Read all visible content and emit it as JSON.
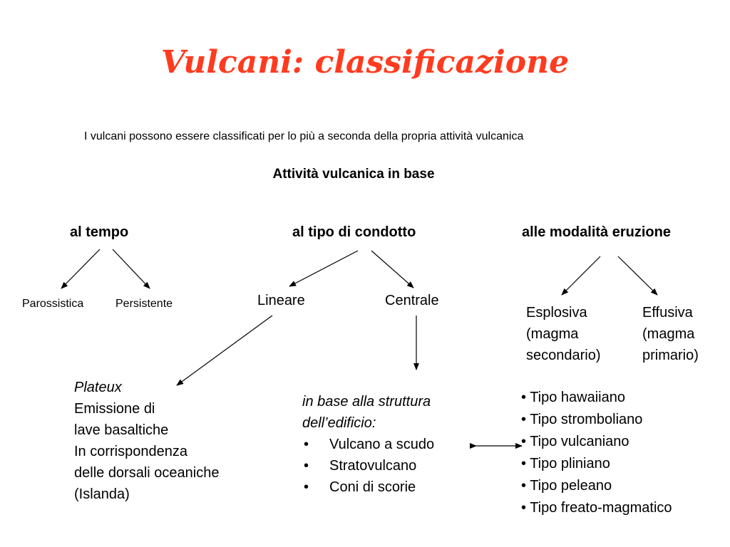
{
  "title": "Vulcani: classificazione",
  "subtitle": "I vulcani possono essere classificati per lo più a seconda della propria attività vulcanica",
  "heading": "Attività vulcanica in base",
  "categories": {
    "tempo": "al tempo",
    "condotto": "al tipo di condotto",
    "eruzione": "alle modalità eruzione"
  },
  "tempo_types": [
    "Parossistica",
    "Persistente"
  ],
  "condotto_types": [
    "Lineare",
    "Centrale"
  ],
  "eruzione_types": {
    "esplosiva": [
      "Esplosiva",
      "(magma",
      "secondario)"
    ],
    "effusiva": [
      "Effusiva",
      "(magma",
      "primario)"
    ]
  },
  "plateux": {
    "title": "Plateux",
    "lines": [
      "Emissione di",
      "lave basaltiche",
      "In corrispondenza",
      "delle dorsali oceaniche",
      "(Islanda)"
    ]
  },
  "struttura": {
    "title_lines": [
      "in base alla struttura",
      "dell’edificio:"
    ],
    "items": [
      "Vulcano a scudo",
      "Stratovulcano",
      "Coni di scorie"
    ]
  },
  "tipi": [
    "Tipo hawaiiano",
    "Tipo stromboliano",
    "Tipo vulcaniano",
    "Tipo pliniano",
    "Tipo peleano",
    "Tipo freato-magmatico"
  ]
}
